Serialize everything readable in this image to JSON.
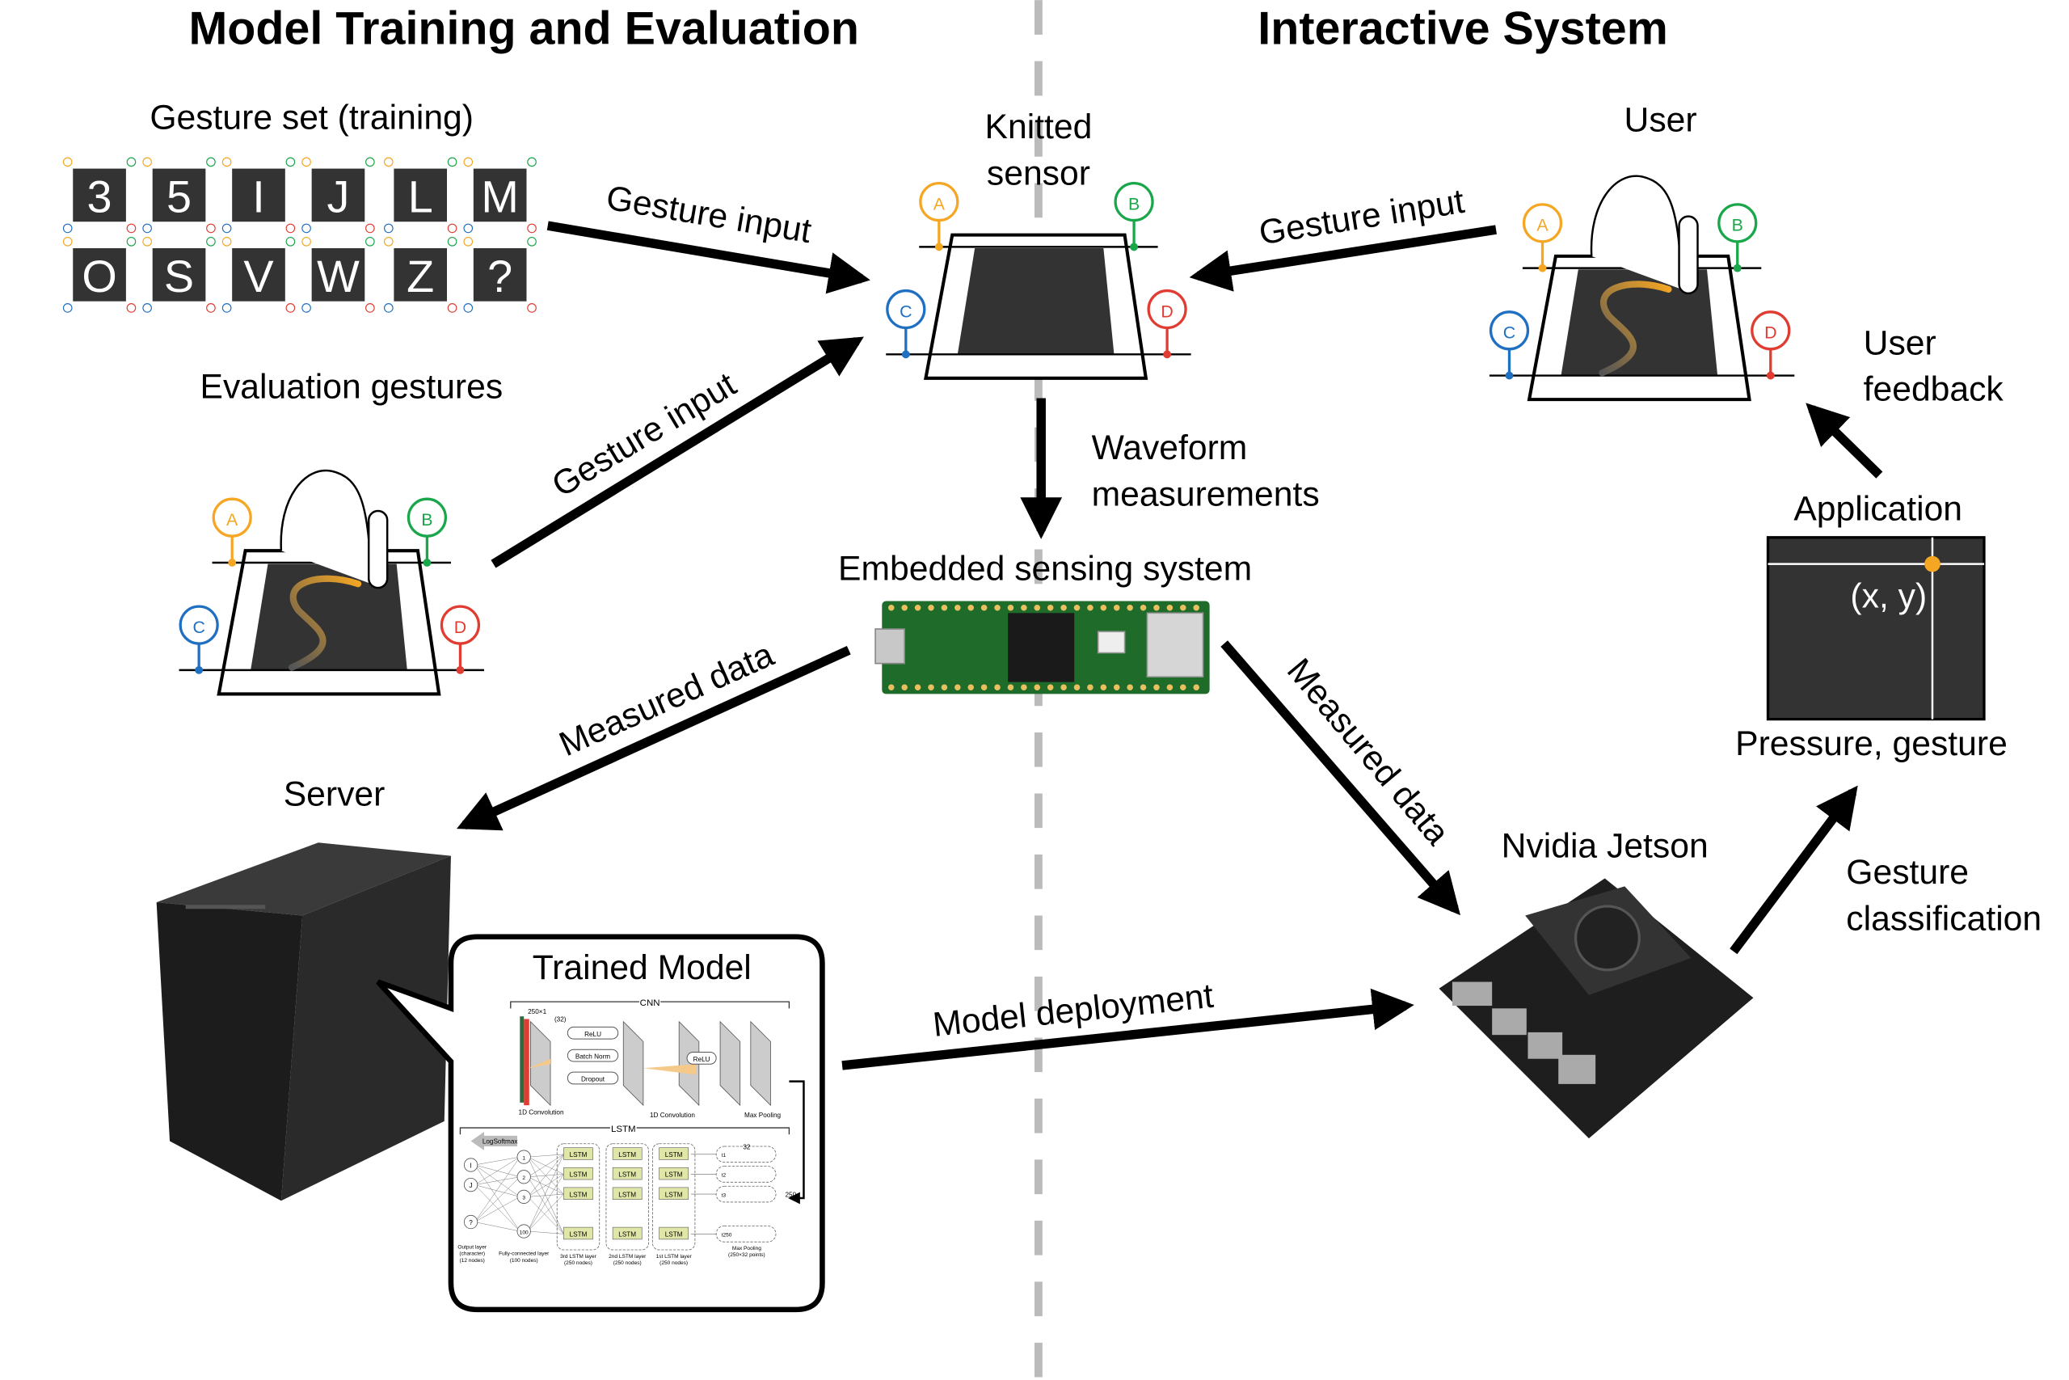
{
  "headers": {
    "left": "Model Training and Evaluation",
    "right": "Interactive System"
  },
  "colors": {
    "pin_a": "#f5a623",
    "pin_b": "#1aa64a",
    "pin_c": "#1f6fc2",
    "pin_d": "#e03c31",
    "sensor_fill": "#333333",
    "divider": "#bbbbbb",
    "board": "#1f6b2a",
    "lstm_cell": "#dfe6a8"
  },
  "pins": [
    "A",
    "B",
    "C",
    "D"
  ],
  "gesture_set": {
    "label": "Gesture set (training)",
    "gestures": [
      "3",
      "5",
      "I",
      "J",
      "L",
      "M",
      "O",
      "S",
      "V",
      "W",
      "Z",
      "?"
    ]
  },
  "evaluation": {
    "label": "Evaluation gestures",
    "gesture": "S"
  },
  "knitted_sensor": {
    "label_line1": "Knitted",
    "label_line2": "sensor"
  },
  "user": {
    "label": "User",
    "gesture": "S"
  },
  "arrows": {
    "gesture_input_1": "Gesture input",
    "gesture_input_2": "Gesture input",
    "gesture_input_3": "Gesture input",
    "waveform_line1": "Waveform",
    "waveform_line2": "measurements",
    "measured_data_left": "Measured data",
    "measured_data_right": "Measured data",
    "model_deployment": "Model deployment",
    "gesture_class_line1": "Gesture",
    "gesture_class_line2": "classification",
    "user_feedback_line1": "User",
    "user_feedback_line2": "feedback"
  },
  "embedded": {
    "label": "Embedded sensing system"
  },
  "server": {
    "label": "Server"
  },
  "jetson": {
    "label": "Nvidia Jetson"
  },
  "application": {
    "label": "Application",
    "coords": "(x, y)",
    "caption": "Pressure, gesture"
  },
  "trained_model": {
    "title": "Trained Model",
    "cnn": {
      "label": "CNN",
      "relu1": "ReLU",
      "batch_norm": "Batch Norm",
      "dropout": "Dropout",
      "relu2": "ReLU",
      "conv1": "1D Convolution",
      "conv2": "1D Convolution",
      "maxpool": "Max Pooling",
      "dim": "250×1",
      "channels": "(32)"
    },
    "lstm": {
      "label": "LSTM",
      "logsoftmax": "LogSoftmax",
      "cell": "LSTM",
      "output_nodes": [
        "I",
        "J",
        "?"
      ],
      "fc_nodes": [
        "1",
        "2",
        "3",
        "100"
      ],
      "time_steps": [
        "t1",
        "t2",
        "t3",
        "t250"
      ],
      "layers": [
        {
          "line1": "3rd LSTM layer",
          "line2": "(250 nodes)"
        },
        {
          "line1": "2nd LSTM layer",
          "line2": "(250 nodes)"
        },
        {
          "line1": "1st LSTM layer",
          "line2": "(250 nodes)"
        }
      ],
      "output_layer": [
        "Output layer",
        "(character)",
        "(12 nodes)"
      ],
      "fc_layer": [
        "Fully-connected layer",
        "(100 nodes)"
      ],
      "pool": [
        "Max Pooling",
        "(250×32 points)"
      ],
      "pool_w": "32",
      "pool_h": "250"
    }
  }
}
